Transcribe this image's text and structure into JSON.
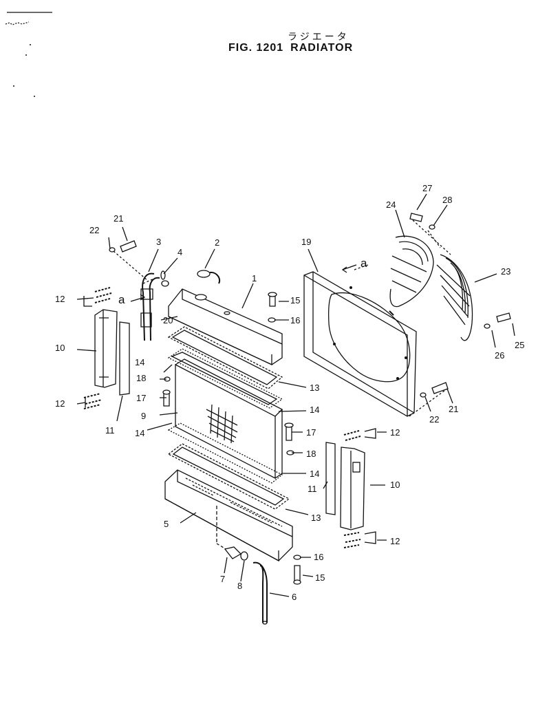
{
  "figure": {
    "title_jp": "ラジエータ",
    "fig_number": "FIG. 1201",
    "fig_name": "RADIATOR"
  },
  "callouts": {
    "p1": "1",
    "p2": "2",
    "p3": "3",
    "p4": "4",
    "p5": "5",
    "p6": "6",
    "p7": "7",
    "p8": "8",
    "p9": "9",
    "p10a": "10",
    "p10b": "10",
    "p11a": "11",
    "p11b": "11",
    "p12a": "12",
    "p12b": "12",
    "p12c": "12",
    "p12d": "12",
    "p13a": "13",
    "p13b": "13",
    "p14a": "14",
    "p14b": "14",
    "p14c": "14",
    "p14d": "14",
    "p15a": "15",
    "p15b": "15",
    "p16a": "16",
    "p16b": "16",
    "p17a": "17",
    "p17b": "17",
    "p18a": "18",
    "p18b": "18",
    "p19": "19",
    "p20": "20",
    "p21a": "21",
    "p21b": "21",
    "p22a": "22",
    "p22b": "22",
    "p23": "23",
    "p24": "24",
    "p25": "25",
    "p26": "26",
    "p27": "27",
    "p28": "28",
    "view_a1": "a",
    "view_a2": "a"
  }
}
